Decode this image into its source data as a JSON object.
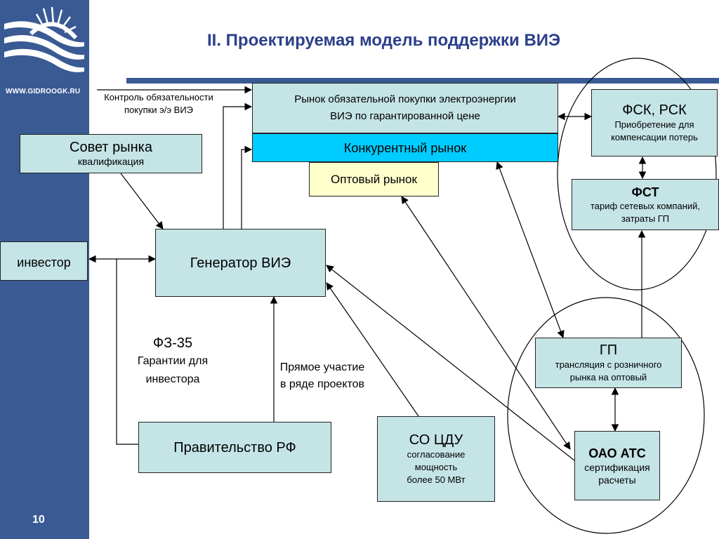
{
  "header": {
    "title": "II. Проектируемая модель поддержки ВИЭ",
    "site": "WWW.GIDROOGK.RU",
    "page_number": "10"
  },
  "nodes": {
    "mandatory_market": {
      "line1": "Рынок обязательной покупки электроэнергии",
      "line2": "ВИЭ по гарантированной цене"
    },
    "competitive_market": {
      "label": "Конкурентный рынок"
    },
    "wholesale_market": {
      "label": "Оптовый рынок"
    },
    "market_council": {
      "title": "Совет рынка",
      "subtitle": "квалификация"
    },
    "investor": {
      "label": "инвестор"
    },
    "generator": {
      "label": "Генератор ВИЭ"
    },
    "government": {
      "label": "Правительство РФ"
    },
    "so_cdu": {
      "title": "СО ЦДУ",
      "line1": "согласование",
      "line2": "мощность",
      "line3": "более 50 МВт"
    },
    "fsk": {
      "title": "ФСК, РСК",
      "line1": "Приобретение для",
      "line2": "компенсации потерь"
    },
    "fst": {
      "title": "ФСТ",
      "line1": "тариф сетевых компаний,",
      "line2": "затраты ГП"
    },
    "gp": {
      "title": "ГП",
      "line1": "трансляция с розничного",
      "line2": "рынка на оптовый"
    },
    "ats": {
      "title": "ОАО АТС",
      "line1": "сертификация",
      "line2": "расчеты"
    }
  },
  "labels": {
    "control_line1": "Контроль обязательности",
    "control_line2": "покупки э/э ВИЭ",
    "fz_title": "ФЗ-35",
    "fz_line1": "Гарантии для",
    "fz_line2": "инвестора",
    "direct_line1": "Прямое участие",
    "direct_line2": "в ряде проектов"
  },
  "colors": {
    "sidebar": "#3a5a94",
    "title": "#2b3f8a",
    "box_fill": "#c5e4e6",
    "competitive_fill": "#00ccff",
    "wholesale_fill": "#ffffcc"
  }
}
